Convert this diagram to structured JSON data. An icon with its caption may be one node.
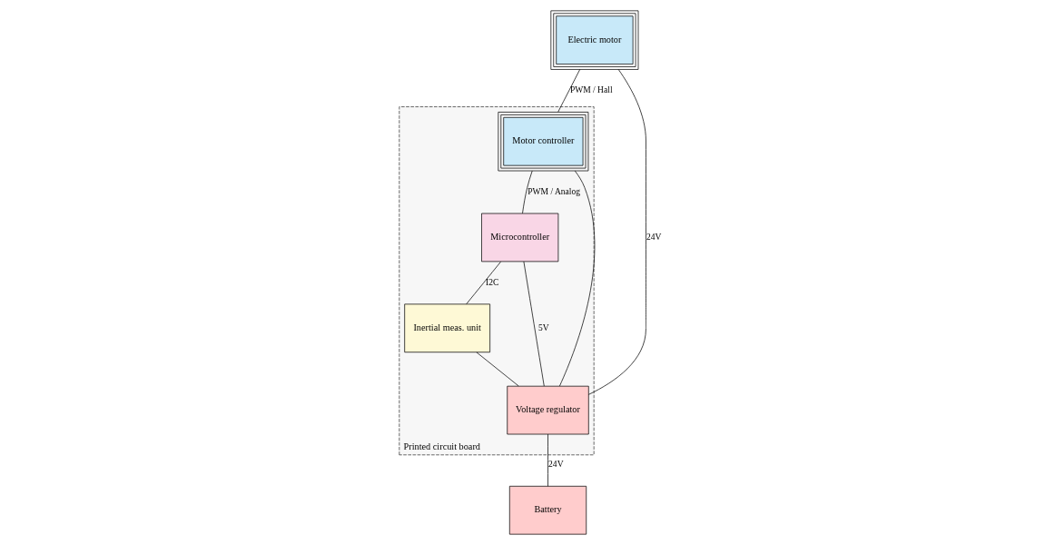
{
  "diagram": {
    "nodes": [
      {
        "text": [
          "Printed circuit board"
        ]
      },
      {
        "text": [
          "Inertial meas. unit"
        ],
        "in": 0
      },
      {
        "text": [
          "Microcontroller"
        ],
        "in": 0
      },
      {
        "text": [
          "Motor controller"
        ],
        "in": 0
      },
      {
        "text": [
          "Voltage regulator"
        ],
        "in": 0
      },
      {
        "text": [
          "Electric motor"
        ]
      },
      {
        "text": [
          "Battery"
        ]
      }
    ],
    "edges": [
      {
        "from": 1,
        "to": 2,
        "arrow": "none",
        "label": "I2C"
      },
      {
        "from": 2,
        "to": 3,
        "arrow": "none",
        "label": "PWM / Analog"
      },
      {
        "from": 3,
        "to": 5,
        "arrow": "none",
        "label": "PWM / Hall"
      },
      {
        "from": 4,
        "to": 1,
        "arrow": "none"
      },
      {
        "from": 4,
        "to": 2,
        "arrow": "none",
        "label": "5V"
      },
      {
        "from": 4,
        "to": 3,
        "arrow": "none"
      },
      {
        "from": 4,
        "to": 5,
        "arrow": "none",
        "label": "24V"
      },
      {
        "from": 6,
        "to": 4,
        "arrow": "none",
        "label": "24V"
      }
    ]
  }
}
